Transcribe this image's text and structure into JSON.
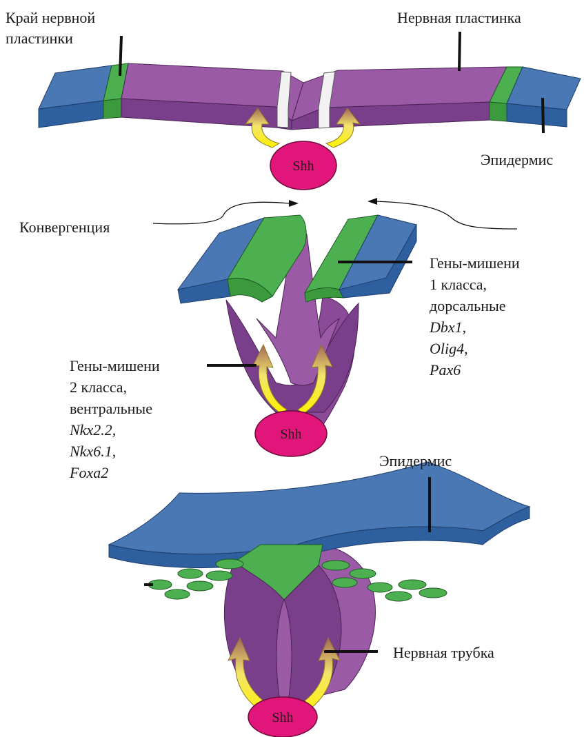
{
  "labels": {
    "neural_plate_border": [
      "Край нервной",
      "пластинки"
    ],
    "neural_plate": "Нервная пластинка",
    "epidermis_top": "Эпидермис",
    "convergence": "Конвергенция",
    "class1": [
      "Гены-мишени",
      "1 класса,",
      "дорсальные"
    ],
    "class1_genes": [
      "Dbx1,",
      "Olig4,",
      "Pax6"
    ],
    "class2": [
      "Гены-мишени",
      "2 класса,",
      "вентральные"
    ],
    "class2_genes": [
      "Nkx2.2,",
      "Nkx6.1,",
      "Foxa2"
    ],
    "epidermis_bottom": "Эпидермис",
    "neural_tube": "Нервная трубка",
    "shh": "Shh"
  },
  "colors": {
    "epidermis": "#4a78b5",
    "border": "#4caf50",
    "neural": "#9a5aa6",
    "neural_dark": "#7a3f8a",
    "shh": "#e2157a",
    "arrow": "#f6e03a"
  }
}
